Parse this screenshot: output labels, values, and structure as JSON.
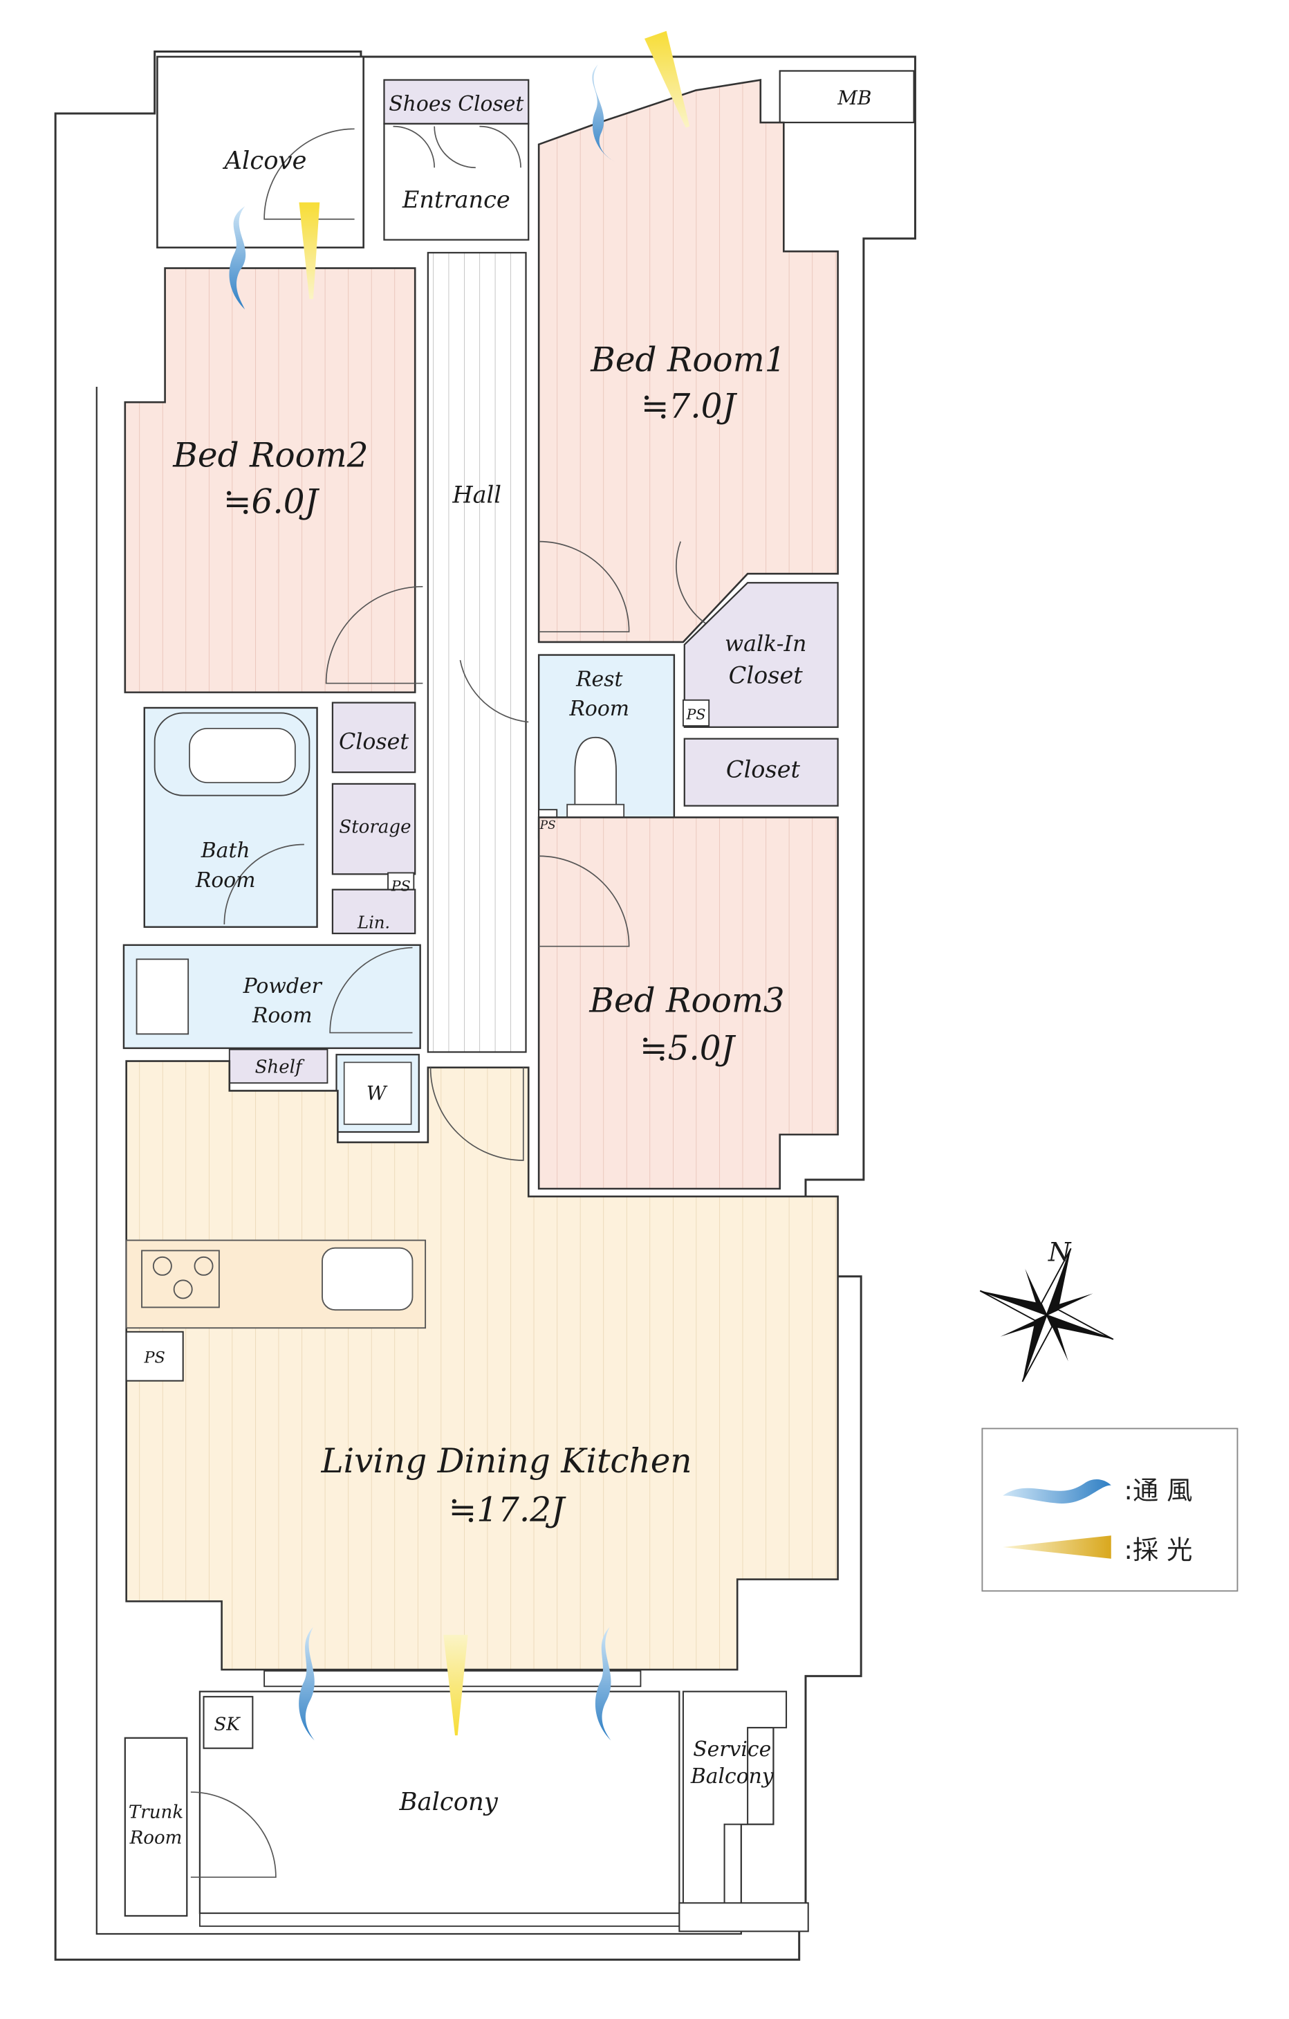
{
  "rooms": {
    "alcove": "Alcove",
    "shoes_closet": "Shoes Closet",
    "entrance": "Entrance",
    "mb": "MB",
    "bed2_name": "Bed Room2",
    "bed2_size": "≒6.0J",
    "bed1_name": "Bed Room1",
    "bed1_size": "≒7.0J",
    "hall": "Hall",
    "walkin_1": "walk-In",
    "walkin_2": "Closet",
    "rest_1": "Rest",
    "rest_2": "Room",
    "closet_left": "Closet",
    "closet_right": "Closet",
    "storage": "Storage",
    "bath_1": "Bath",
    "bath_2": "Room",
    "lin": "Lin.",
    "powder_1": "Powder",
    "powder_2": "Room",
    "shelf": "Shelf",
    "w": "W",
    "bed3_name": "Bed Room3",
    "bed3_size": "≒5.0J",
    "ldk_name": "Living Dining Kitchen",
    "ldk_size": "≒17.2J",
    "ps": "PS",
    "sk": "SK",
    "trunk_1": "Trunk",
    "trunk_2": "Room",
    "balcony": "Balcony",
    "service_1": "Service",
    "service_2": "Balcony"
  },
  "compass": {
    "north": "N"
  },
  "legend": {
    "ventilation": ":通 風",
    "daylight": ":採 光"
  },
  "colors": {
    "bedroom_fill": "#fbe6df",
    "ldk_fill": "#fdf1dc",
    "wet_fill": "#e3f2fb",
    "closet_fill": "#e8e3f0",
    "wall": "#333333",
    "wind": "#5aa0d8",
    "light": "#f2cf2a"
  },
  "icons": [
    "wind-arrow-icon",
    "sunlight-icon",
    "compass-star-icon",
    "door-swing-icon",
    "bathtub-icon",
    "toilet-icon",
    "stove-icon",
    "sink-icon"
  ]
}
